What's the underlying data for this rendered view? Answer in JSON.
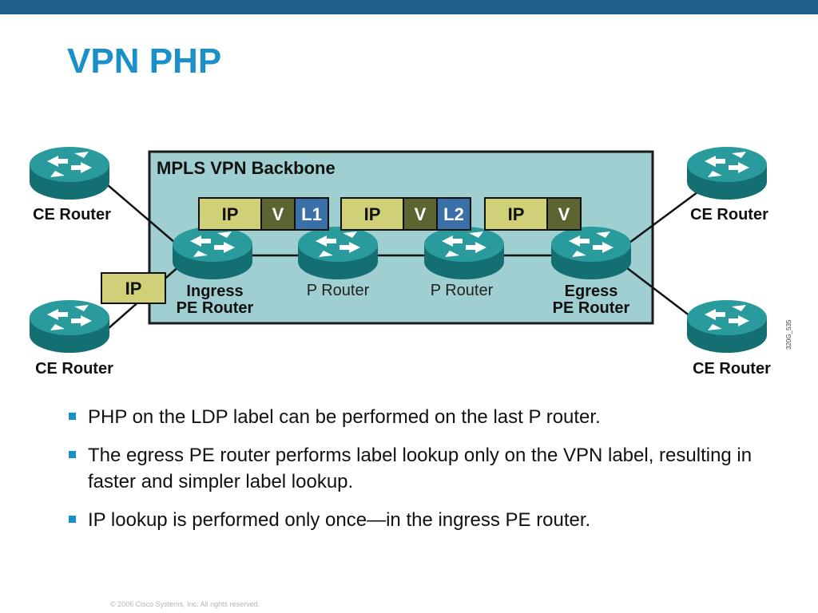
{
  "slide": {
    "title": "VPN PHP"
  },
  "diagram": {
    "backbone_label": "MPLS VPN Backbone",
    "routers": {
      "ce_top_left": "CE Router",
      "ce_bottom_left": "CE Router",
      "ce_top_right": "CE Router",
      "ce_bottom_right": "CE Router",
      "ingress_line1": "Ingress",
      "ingress_line2": "PE Router",
      "p1": "P Router",
      "p2": "P Router",
      "egress_line1": "Egress",
      "egress_line2": "PE Router"
    },
    "packets": [
      {
        "fields": [
          "IP",
          "V",
          "L1"
        ]
      },
      {
        "fields": [
          "IP",
          "V",
          "L2"
        ]
      },
      {
        "fields": [
          "IP",
          "V"
        ]
      }
    ],
    "ingress_packet": "IP",
    "figure_code": "320G_535",
    "colors": {
      "backbone_fill": "#9fcfd0",
      "ip_field": "#cfd078",
      "vpn_label_field": "#5d6331",
      "ldp_label_field": "#3b6fa8",
      "router_body": "#1e8a8c"
    }
  },
  "bullets": [
    "PHP on the LDP label can be performed on the last P router.",
    "The egress PE router performs label lookup only on the VPN label, resulting in faster and simpler label lookup.",
    "IP lookup is performed only once—in the ingress PE router."
  ],
  "footer": "© 2006 Cisco Systems, Inc. All rights reserved."
}
